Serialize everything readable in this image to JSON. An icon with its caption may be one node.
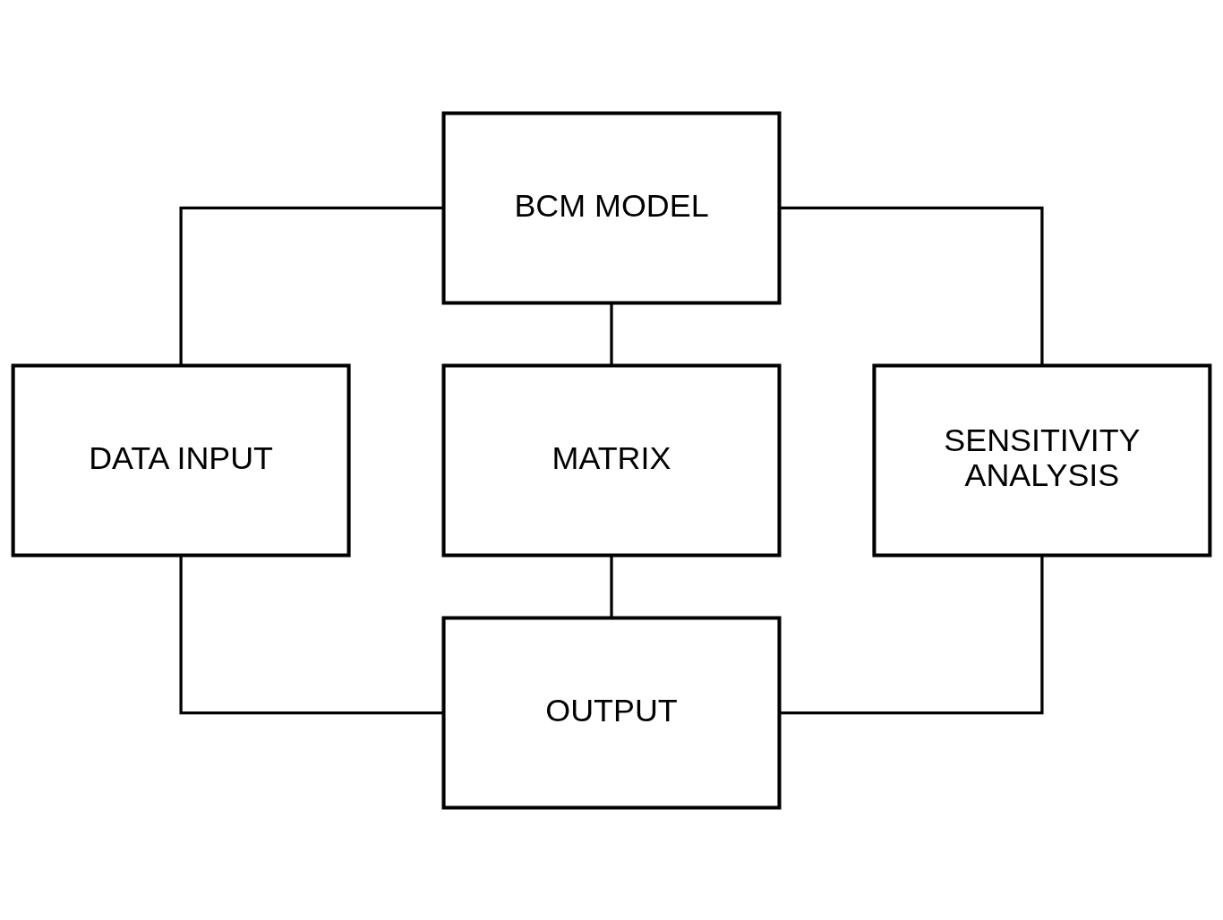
{
  "diagram": {
    "nodes": [
      {
        "text": [
          "BCM MODEL"
        ]
      },
      {
        "text": [
          "DATA INPUT"
        ]
      },
      {
        "text": [
          "MATRIX"
        ]
      },
      {
        "text": [
          "SENSITIVITY ANALYSIS"
        ]
      },
      {
        "text": [
          "OUTPUT"
        ]
      }
    ],
    "edges": [
      {
        "from": 0,
        "to": 1,
        "arrow": "none"
      },
      {
        "from": 0,
        "to": 2,
        "arrow": "none"
      },
      {
        "from": 0,
        "to": 3,
        "arrow": "none"
      },
      {
        "from": 1,
        "to": 4,
        "arrow": "none"
      },
      {
        "from": 2,
        "to": 4,
        "arrow": "none"
      },
      {
        "from": 3,
        "to": 4,
        "arrow": "none"
      }
    ]
  }
}
